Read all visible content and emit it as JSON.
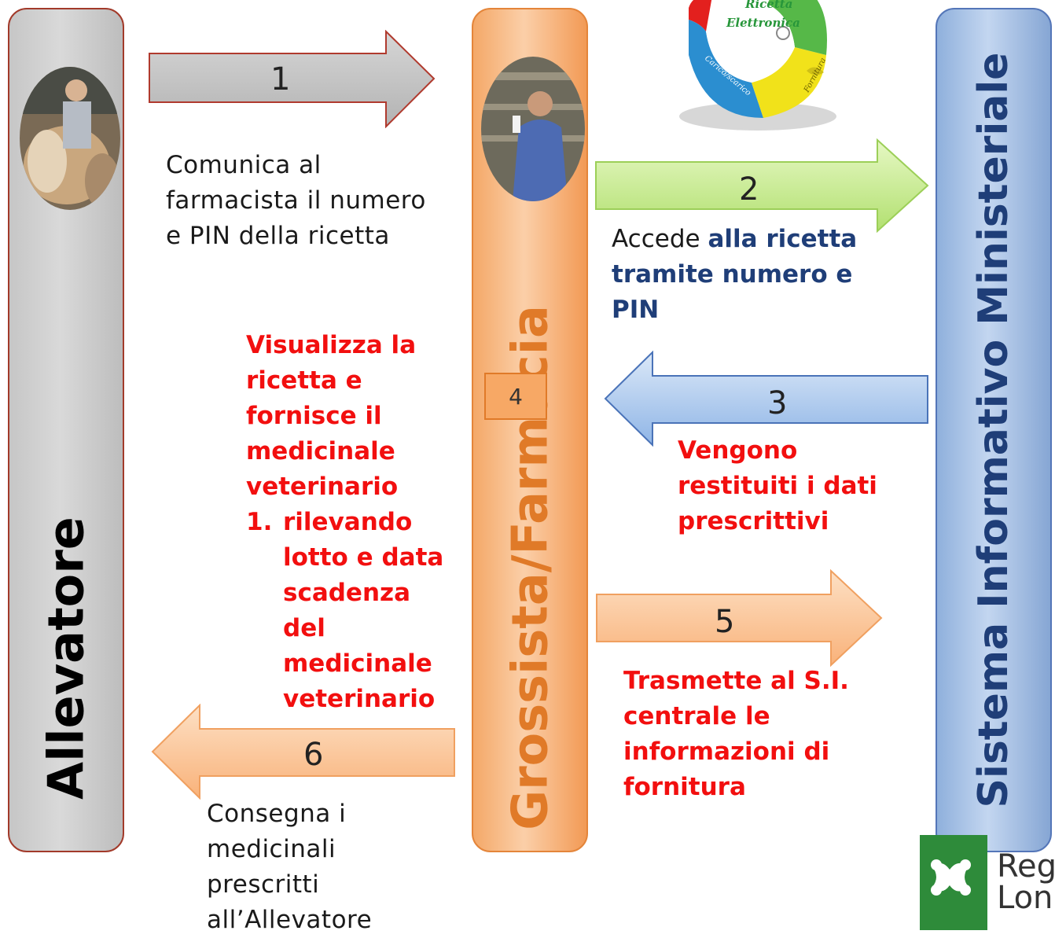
{
  "lanes": {
    "allevatore": "Allevatore",
    "grossista": "Grossista/Farmacia",
    "sistema": "Sistema Informativo Ministeriale"
  },
  "steps": {
    "s1": {
      "number": "1",
      "text": "Comunica al farmacista il numero e PIN della ricetta"
    },
    "s2": {
      "number": "2",
      "text_plain": "Accede ",
      "text_bold": "alla ricetta tramite numero e PIN"
    },
    "s3": {
      "number": "3",
      "text": "Vengono restituiti i dati prescrittivi"
    },
    "s4": {
      "number": "4",
      "text": "Visualizza la ricetta e fornisce il medicinale veterinario",
      "list_marker": "1.",
      "list_item": "rilevando lotto e data scadenza del medicinale veterinario"
    },
    "s5": {
      "number": "5",
      "text": "Trasmette al S.I. centrale le informazioni di fornitura"
    },
    "s6": {
      "number": "6",
      "text": "Consegna i medicinali prescritti all’Allevatore"
    }
  },
  "badge": {
    "line1": "Ricetta",
    "line2": "Elettronica",
    "seg_left": "Carico/scarico",
    "seg_right": "Fornitura"
  },
  "logo": {
    "line1": "Reg",
    "line2": "Lon"
  },
  "colors": {
    "red_text": "#f20f0f",
    "blue_text": "#1f3e78",
    "orange": "#e07a28",
    "gray_arrow": "#c9c9c9",
    "green_arrow": "#c4ed8a",
    "blue_arrow": "#a8c6ec",
    "orange_arrow": "#fbc394",
    "logo_green": "#2e8b3a"
  }
}
